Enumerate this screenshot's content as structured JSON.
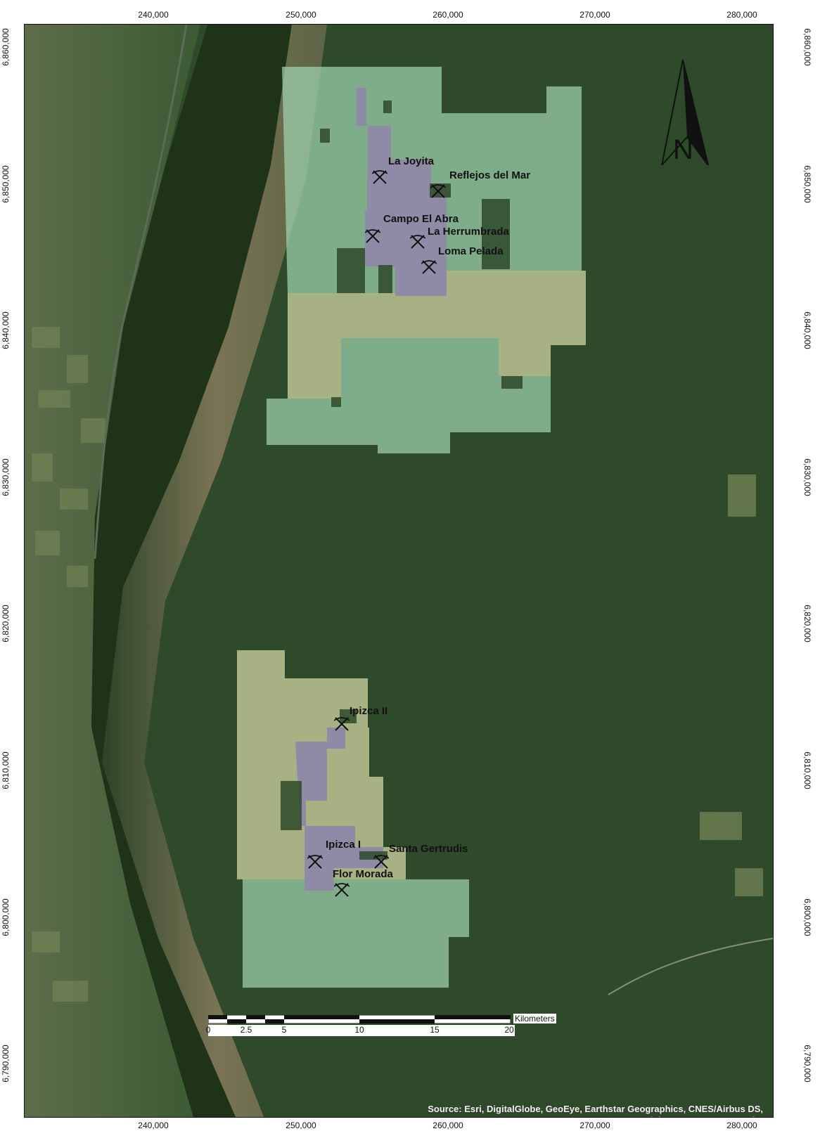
{
  "map": {
    "x_ticks": [
      "240,000",
      "250,000",
      "260,000",
      "270,000",
      "280,000"
    ],
    "y_ticks": [
      "6,860,000",
      "6,850,000",
      "6,840,000",
      "6,830,000",
      "6,820,000",
      "6,810,000",
      "6,800,000",
      "6,790,000"
    ],
    "north_label": "N",
    "sites": [
      {
        "name": "La Joyita"
      },
      {
        "name": "Reflejos del Mar"
      },
      {
        "name": "Campo El Abra"
      },
      {
        "name": "La Herrumbrada"
      },
      {
        "name": "Loma Pelada"
      },
      {
        "name": "Ipizca II"
      },
      {
        "name": "Ipizca I"
      },
      {
        "name": "Santa Gertrudis"
      },
      {
        "name": "Flor Morada"
      }
    ],
    "scale_bar": {
      "labels": [
        "0",
        "2.5",
        "5",
        "10",
        "15",
        "20"
      ],
      "unit": "Kilometers"
    },
    "attribution": "Source: Esri, DigitalGlobe, GeoEye, Earthstar Geographics, CNES/Airbus DS, USDA, USGS, AeroGRID, IGN, and the GIS User Community",
    "colors": {
      "forest": "#2f4a2a",
      "ridge": "#6e6a4a",
      "concession_green": "#9fd3b0",
      "concession_yellow": "#d6d9a6",
      "concession_purple": "#b5a3d6"
    }
  }
}
